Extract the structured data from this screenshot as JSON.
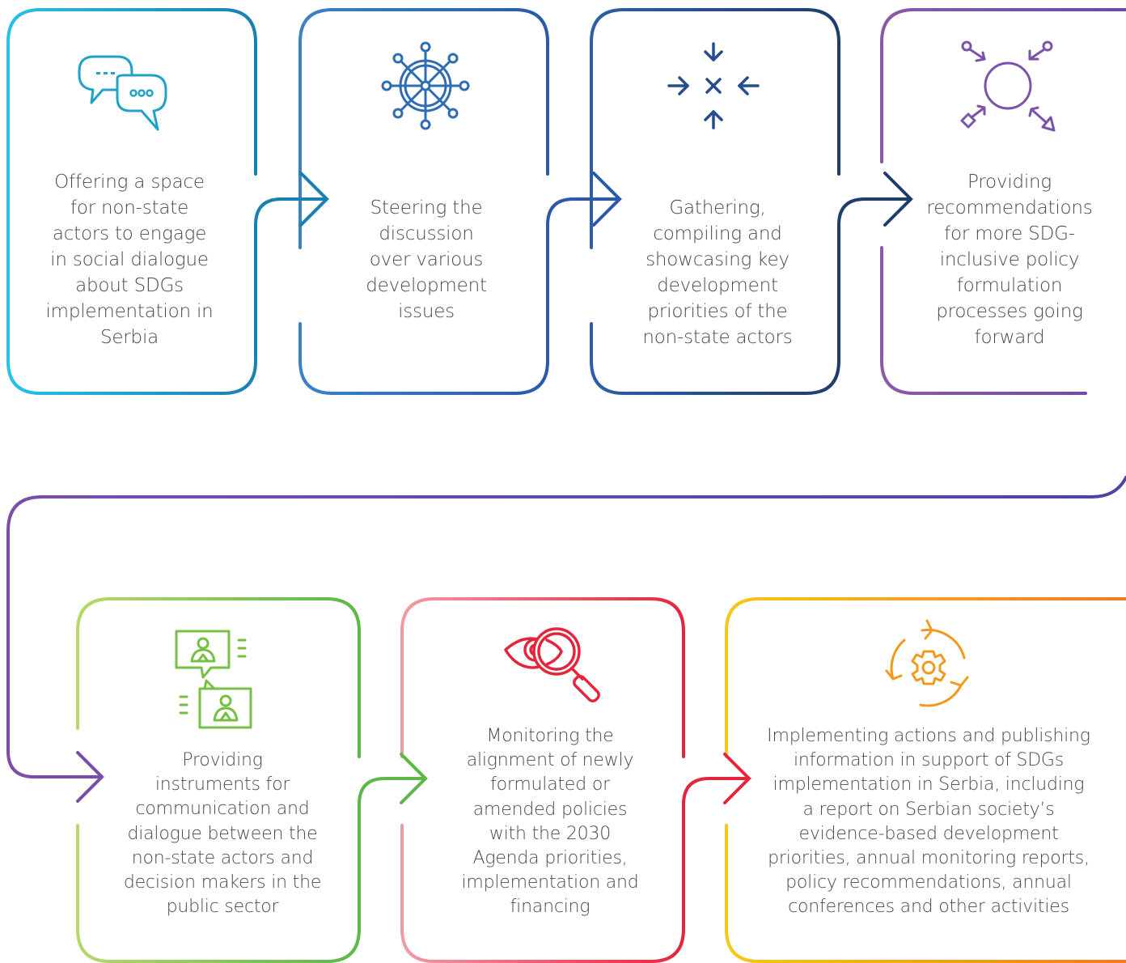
{
  "steps": [
    {
      "id": "offering-space",
      "text": "Offering a space\nfor non-state\nactors to engage\nin social dialogue\nabout SDGs\nimplementation in\nSerbia",
      "icon": "chat-bubbles-icon",
      "color": "#1fa3c9"
    },
    {
      "id": "steering-discussion",
      "text": "Steering the\ndiscussion\nover various\ndevelopment\nissues",
      "icon": "ship-wheel-icon",
      "color": "#2e6db4"
    },
    {
      "id": "gathering-priorities",
      "text": "Gathering,\ncompiling and\nshowcasing key\ndevelopment\npriorities of the\nnon-state actors",
      "icon": "converging-arrows-icon",
      "color": "#254e8a"
    },
    {
      "id": "providing-recommendations",
      "text": "Providing\nrecommendations\nfor more SDG-\ninclusive policy\nformulation\nprocesses going\nforward",
      "icon": "circle-diverging-icon",
      "color": "#7a54a8"
    },
    {
      "id": "providing-instruments",
      "text": "Providing\ninstruments for\ncommunication and\ndialogue between the\nnon-state actors and\ndecision makers in the\npublic sector",
      "icon": "video-call-icon",
      "color": "#76c043"
    },
    {
      "id": "monitoring-alignment",
      "text": "Monitoring the\nalignment of newly\nformulated or\namended policies\nwith the 2030\nAgenda priorities,\nimplementation and\nfinancing",
      "icon": "eye-magnifier-icon",
      "color": "#e8344a"
    },
    {
      "id": "implementing-actions",
      "text": "Implementing actions and publishing\ninformation in support of SDGs\nimplementation in Serbia, including\na report on Serbian society’s\nevidence-based development\npriorities, annual monitoring reports,\npolicy recommendations, annual\nconferences and other activities",
      "icon": "gear-cycle-icon",
      "color": "#f39a1e"
    }
  ],
  "colors": {
    "cyan": "#1fb5d9",
    "blue": "#2e6db4",
    "navy": "#1f3d6b",
    "purple": "#7a54a8",
    "lime": "#a6cf5a",
    "green": "#5db847",
    "pink": "#f08b97",
    "red": "#e4263c",
    "yellow": "#f7c11a",
    "orange": "#ef7d22",
    "text": "#4a4a4a"
  }
}
